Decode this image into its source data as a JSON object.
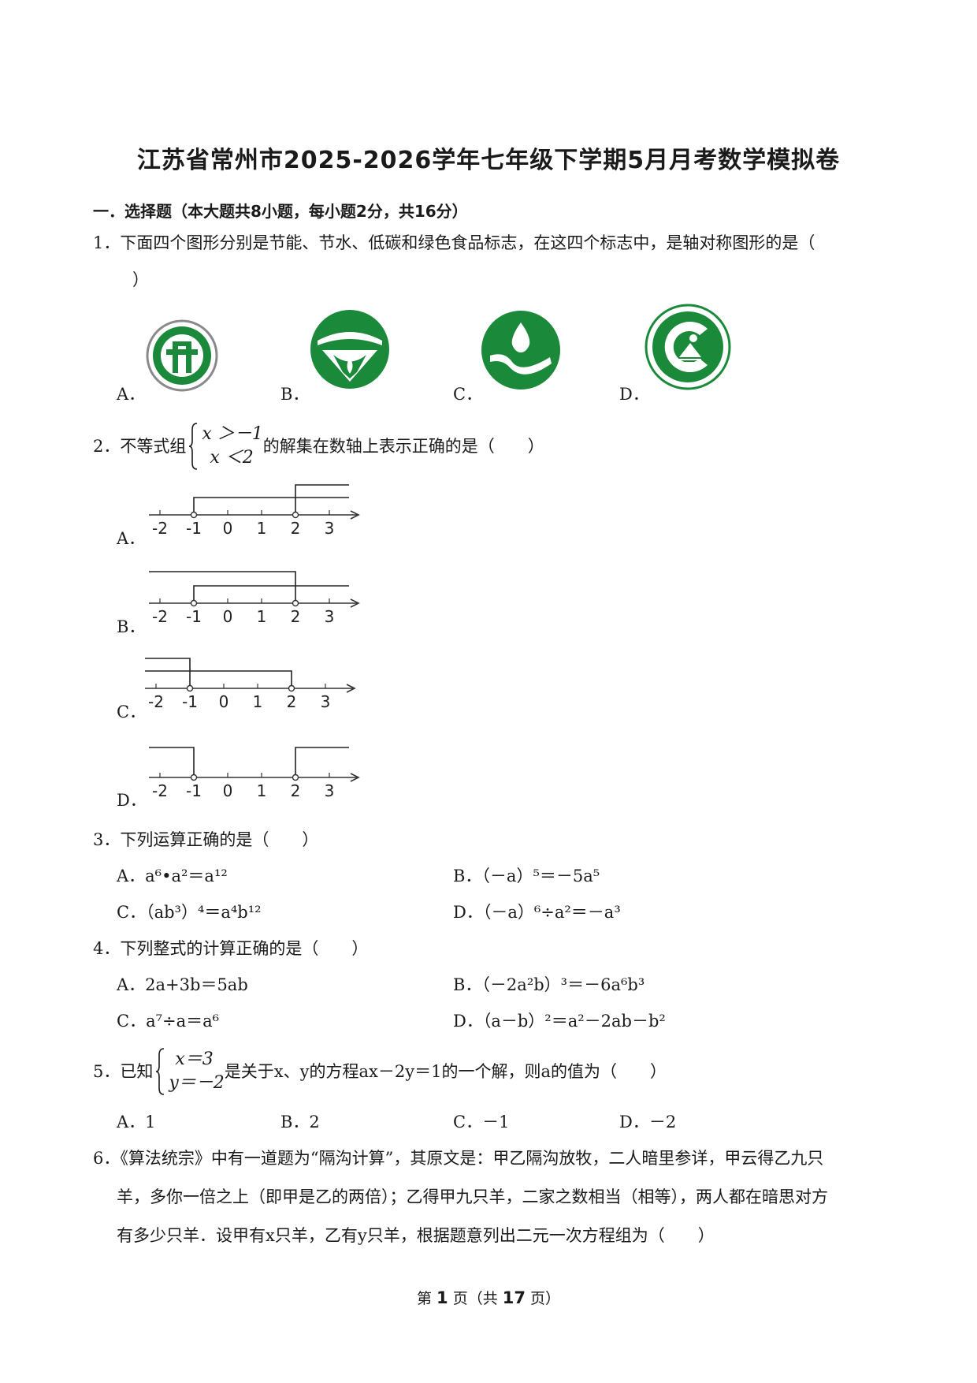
{
  "title": "江苏省常州市2025-2026学年七年级下学期5月月考数学模拟卷",
  "section1": "一．选择题（本大题共8小题，每小题2分，共16分）",
  "q1": {
    "text_a": "1．下面四个图形分别是节能、节水、低碳和绿色食品标志，在这四个标志中，是轴对称图形的是（",
    "text_b": "）",
    "options": [
      "A．",
      "B．",
      "C．",
      "D．"
    ]
  },
  "q2": {
    "prefix": "2．不等式组",
    "sys1": "x ＞－1",
    "sys2": "x ＜2",
    "suffix": "的解集在数轴上表示正确的是（　　）",
    "options": [
      "A．",
      "B．",
      "C．",
      "D．"
    ],
    "ticks": [
      "-2",
      "-1",
      "0",
      "1",
      "2",
      "3"
    ]
  },
  "q3": {
    "text": "3．下列运算正确的是（　　）",
    "A": "A．a⁶•a²＝a¹²",
    "B": "B．（－a）⁵＝－5a⁵",
    "C": "C．（ab³）⁴＝a⁴b¹²",
    "D": "D．（－a）⁶÷a²＝－a³"
  },
  "q4": {
    "text": "4．下列整式的计算正确的是（　　）",
    "A": "A．2a+3b＝5ab",
    "B": "B．（－2a²b）³＝－6a⁶b³",
    "C": "C．a⁷÷a＝a⁶",
    "D": "D．（a－b）²＝a²－2ab－b²"
  },
  "q5": {
    "prefix": "5．已知",
    "sys1": "x＝3",
    "sys2": "y＝－2",
    "suffix": "是关于x、y的方程ax－2y＝1的一个解，则a的值为（　　）",
    "options": [
      "A．1",
      "B．2",
      "C．－1",
      "D．－2"
    ]
  },
  "q6": {
    "line1": "6．《算法统宗》中有一道题为“隔沟计算”，其原文是：甲乙隔沟放牧，二人暗里参详，甲云得乙九只",
    "line2": "羊，多你一倍之上（即甲是乙的两倍）；乙得甲九只羊，二家之数相当（相等），两人都在暗思对方",
    "line3": "有多少只羊．设甲有x只羊，乙有y只羊，根据题意列出二元一次方程组为（　　）"
  },
  "footer": {
    "pre": "第",
    "page": "1",
    "mid": "页（共",
    "total": "17",
    "post": "页）"
  },
  "colors": {
    "logo_green": "#1a8a3a",
    "logo_gray": "#8a8a8a"
  }
}
